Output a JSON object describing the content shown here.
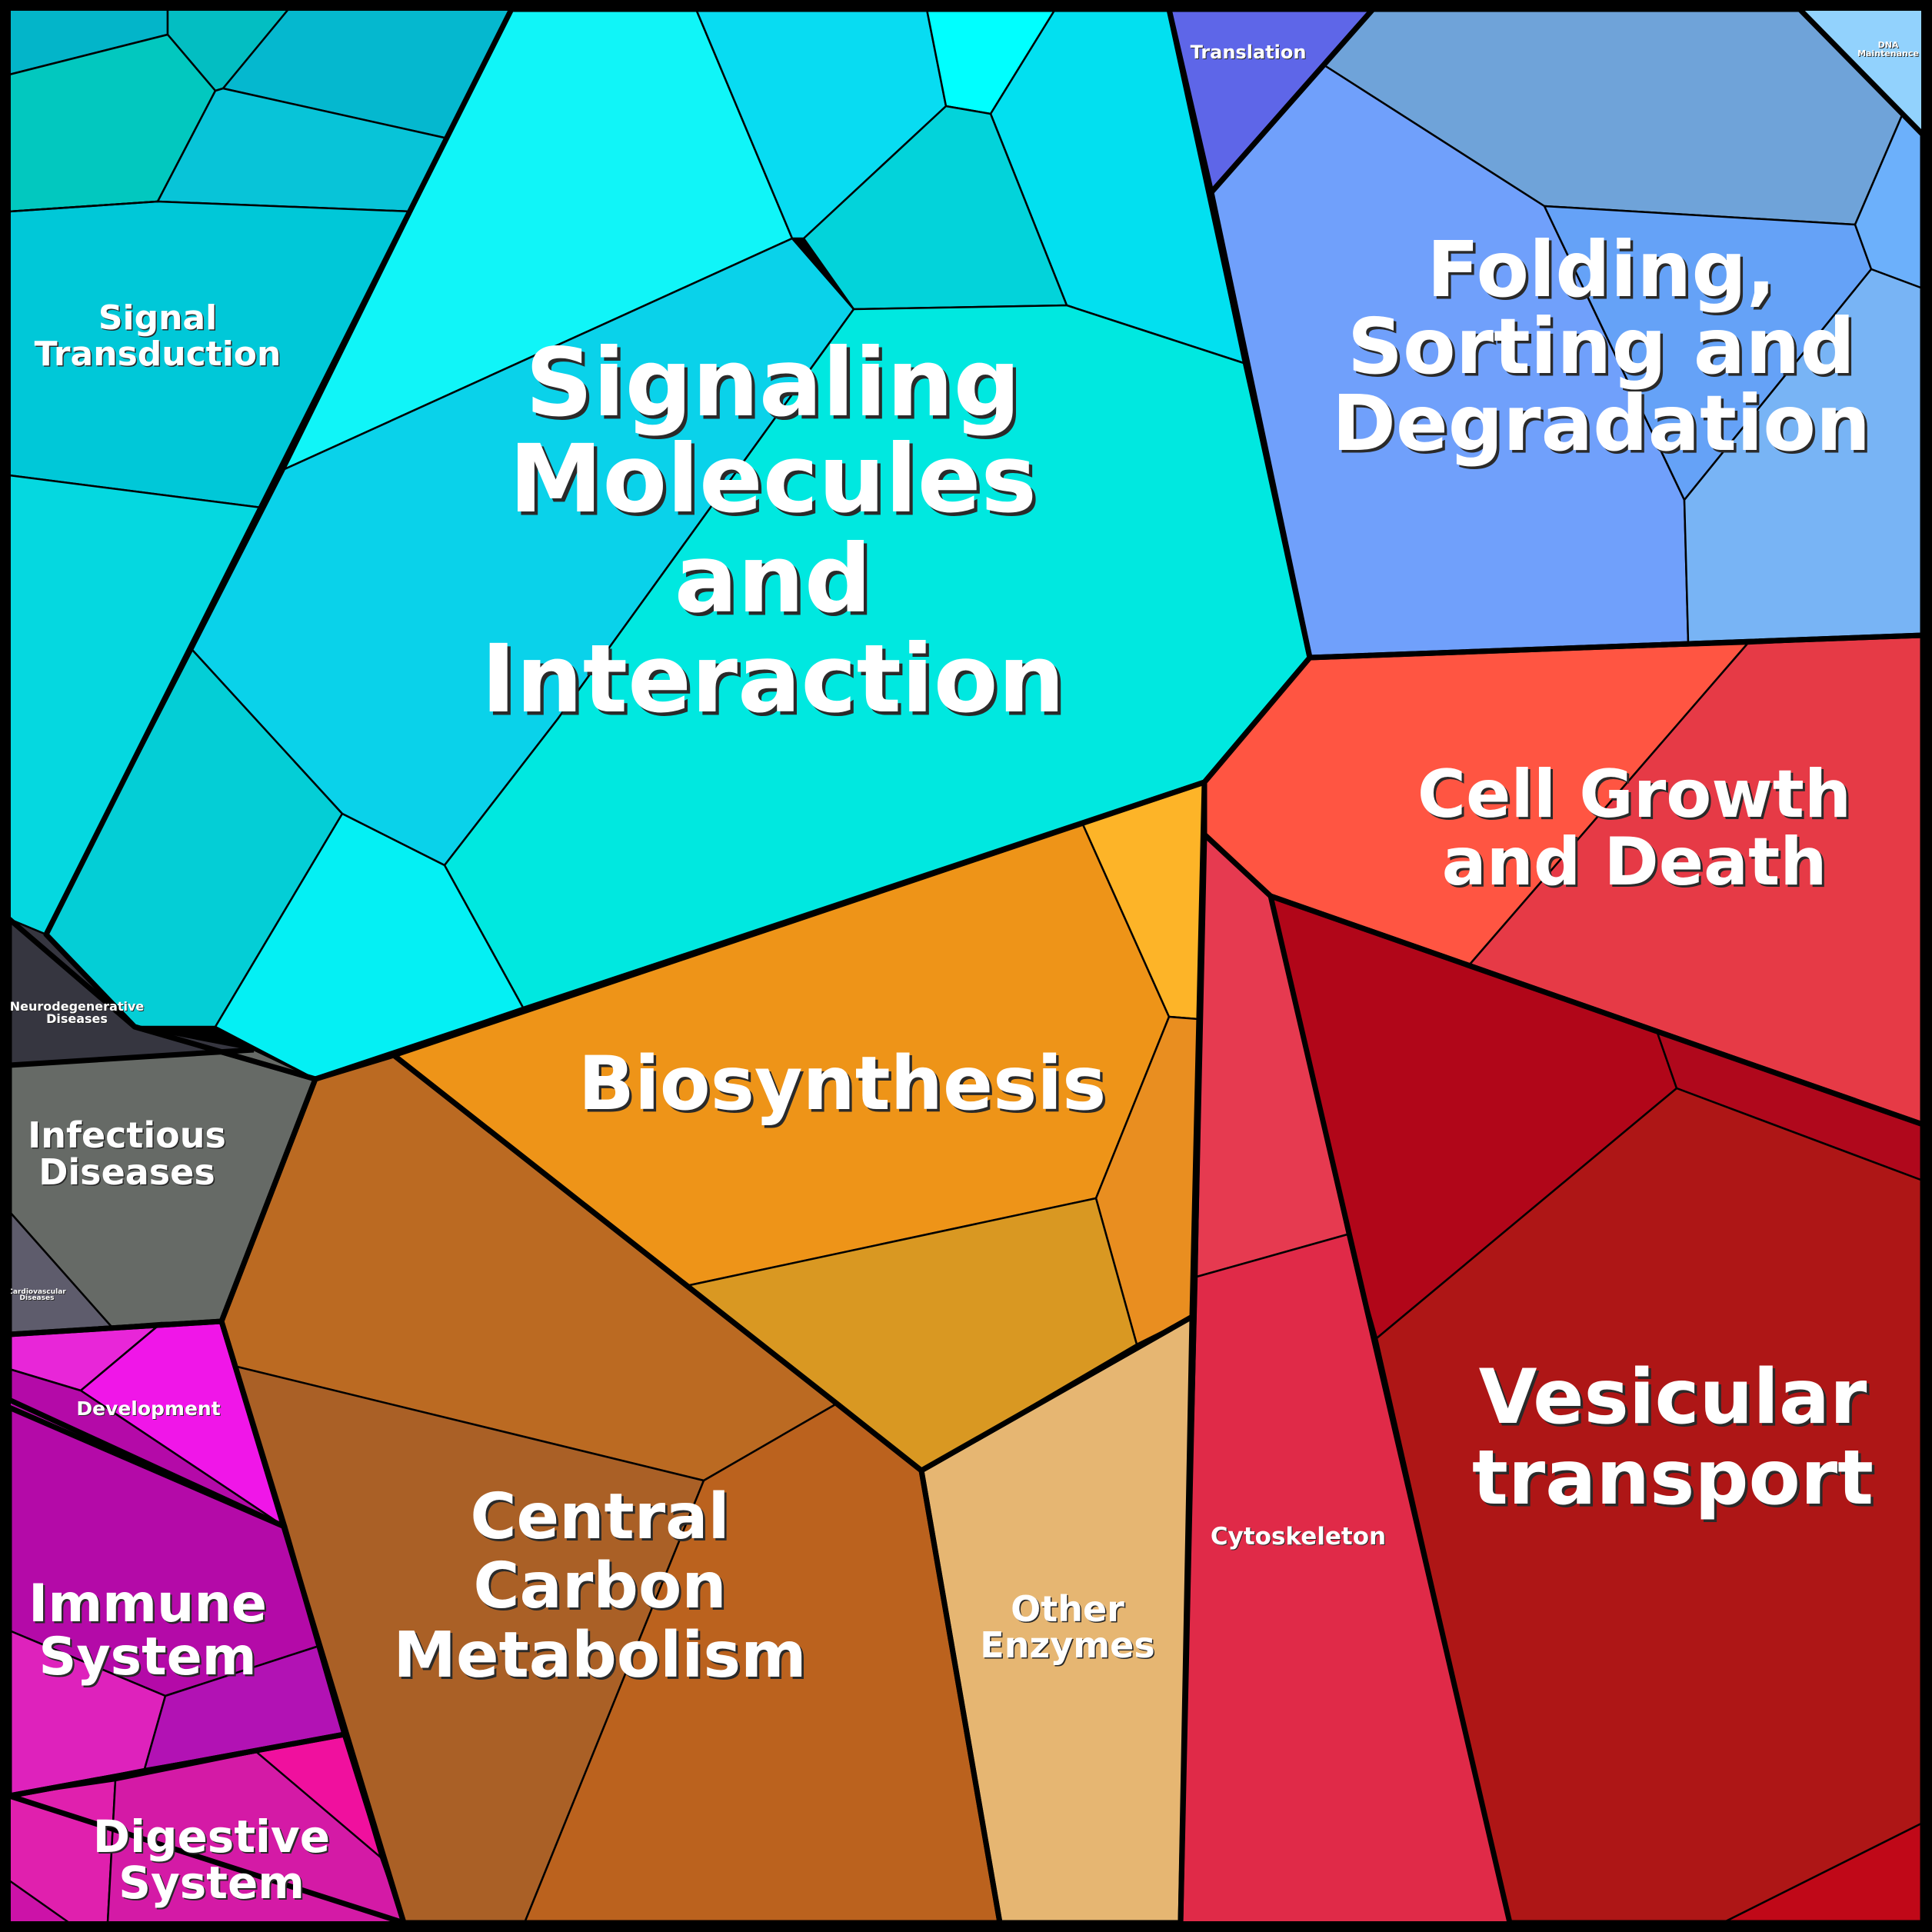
{
  "title": "Proteomap – functional category treemap",
  "regions": [
    {
      "id": "signaling",
      "label_lines": [
        "Signaling",
        "Molecules",
        "and",
        "Interaction"
      ],
      "color": "#0fd8e8",
      "cells": [
        {
          "color": "#10f5f8"
        },
        {
          "color": "#08dcf2"
        },
        {
          "color": "#00ffff"
        },
        {
          "color": "#02e0f0"
        },
        {
          "color": "#03d3da"
        },
        {
          "color": "#0ad2ea"
        },
        {
          "color": "#00e8e0"
        },
        {
          "color": "#04ced6"
        },
        {
          "color": "#04f0f4"
        }
      ]
    },
    {
      "id": "signal-transduction",
      "label_lines": [
        "Signal",
        "Transduction"
      ],
      "color": "#02c8d6",
      "cells": [
        {
          "color": "#03b5c9"
        },
        {
          "color": "#03bec2"
        },
        {
          "color": "#02c8bf"
        },
        {
          "color": "#05b8cf"
        },
        {
          "color": "#08c4d8"
        },
        {
          "color": "#00c8d8"
        },
        {
          "color": "#05d8e0"
        },
        {
          "color": "#02cad6"
        }
      ]
    },
    {
      "id": "translation",
      "label_lines": [
        "Translation"
      ],
      "color": "#5e66e8",
      "cells": [
        {
          "color": "#5e66e8"
        }
      ]
    },
    {
      "id": "folding",
      "label_lines": [
        "Folding,",
        "Sorting and",
        "Degradation"
      ],
      "color": "#70a0fb",
      "cells": [
        {
          "color": "#6fa3d9"
        },
        {
          "color": "#70a0fb"
        },
        {
          "color": "#65a2f7"
        },
        {
          "color": "#6cb0fb"
        },
        {
          "color": "#78b4f5"
        }
      ]
    },
    {
      "id": "dna-maintenance",
      "label_lines": [
        "DNA",
        "Maintenance"
      ],
      "color": "#92d2fd",
      "cells": [
        {
          "color": "#92d2fd"
        }
      ]
    },
    {
      "id": "cell-growth",
      "label_lines": [
        "Cell Growth",
        "and Death"
      ],
      "color": "#e63a46",
      "cells": [
        {
          "color": "#ff5542"
        },
        {
          "color": "#e63a46"
        }
      ]
    },
    {
      "id": "vesicular",
      "label_lines": [
        "Vesicular",
        "transport"
      ],
      "color": "#b01616",
      "cells": [
        {
          "color": "#b10619"
        },
        {
          "color": "#b0081c"
        },
        {
          "color": "#ae1616"
        },
        {
          "color": "#c00818"
        }
      ]
    },
    {
      "id": "cytoskeleton",
      "label_lines": [
        "Cytoskeleton"
      ],
      "color": "#e02a48",
      "cells": [
        {
          "color": "#e63a50"
        },
        {
          "color": "#e02a48"
        }
      ]
    },
    {
      "id": "biosynthesis",
      "label_lines": [
        "Biosynthesis"
      ],
      "color": "#ee9418",
      "cells": [
        {
          "color": "#ee9418"
        },
        {
          "color": "#fdb428"
        },
        {
          "color": "#e98e20"
        },
        {
          "color": "#d99822"
        }
      ]
    },
    {
      "id": "other-enzymes",
      "label_lines": [
        "Other",
        "Enzymes"
      ],
      "color": "#e6b672",
      "cells": [
        {
          "color": "#e6b672"
        }
      ]
    },
    {
      "id": "central-carbon",
      "label_lines": [
        "Central",
        "Carbon",
        "Metabolism"
      ],
      "color": "#bb6a22",
      "cells": [
        {
          "color": "#bb6a22"
        },
        {
          "color": "#aa6026"
        },
        {
          "color": "#bb621e"
        }
      ]
    },
    {
      "id": "neurodegenerative",
      "label_lines": [
        "Neurodegenerative",
        "Diseases"
      ],
      "color": "#363640",
      "cells": [
        {
          "color": "#363640"
        }
      ]
    },
    {
      "id": "infectious",
      "label_lines": [
        "Infectious",
        "Diseases"
      ],
      "color": "#666a66",
      "cells": [
        {
          "color": "#666a66"
        }
      ]
    },
    {
      "id": "cardiovascular",
      "label_lines": [
        "Cardiovascular",
        "Diseases"
      ],
      "color": "#5e5c6c",
      "cells": [
        {
          "color": "#5e5c6c"
        }
      ]
    },
    {
      "id": "development",
      "label_lines": [
        "Development"
      ],
      "color": "#f016e8",
      "cells": [
        {
          "color": "#e826d8"
        },
        {
          "color": "#f016e8"
        }
      ]
    },
    {
      "id": "immune",
      "label_lines": [
        "Immune",
        "System"
      ],
      "color": "#b40aa8",
      "cells": [
        {
          "color": "#b40aa8"
        },
        {
          "color": "#de22bc"
        },
        {
          "color": "#b212b4"
        }
      ]
    },
    {
      "id": "digestive",
      "label_lines": [
        "Digestive",
        "System"
      ],
      "color": "#d41aa6",
      "cells": [
        {
          "color": "#e020ae"
        },
        {
          "color": "#d41aa6"
        },
        {
          "color": "#f0109e"
        },
        {
          "color": "#cc12a8"
        }
      ]
    }
  ]
}
